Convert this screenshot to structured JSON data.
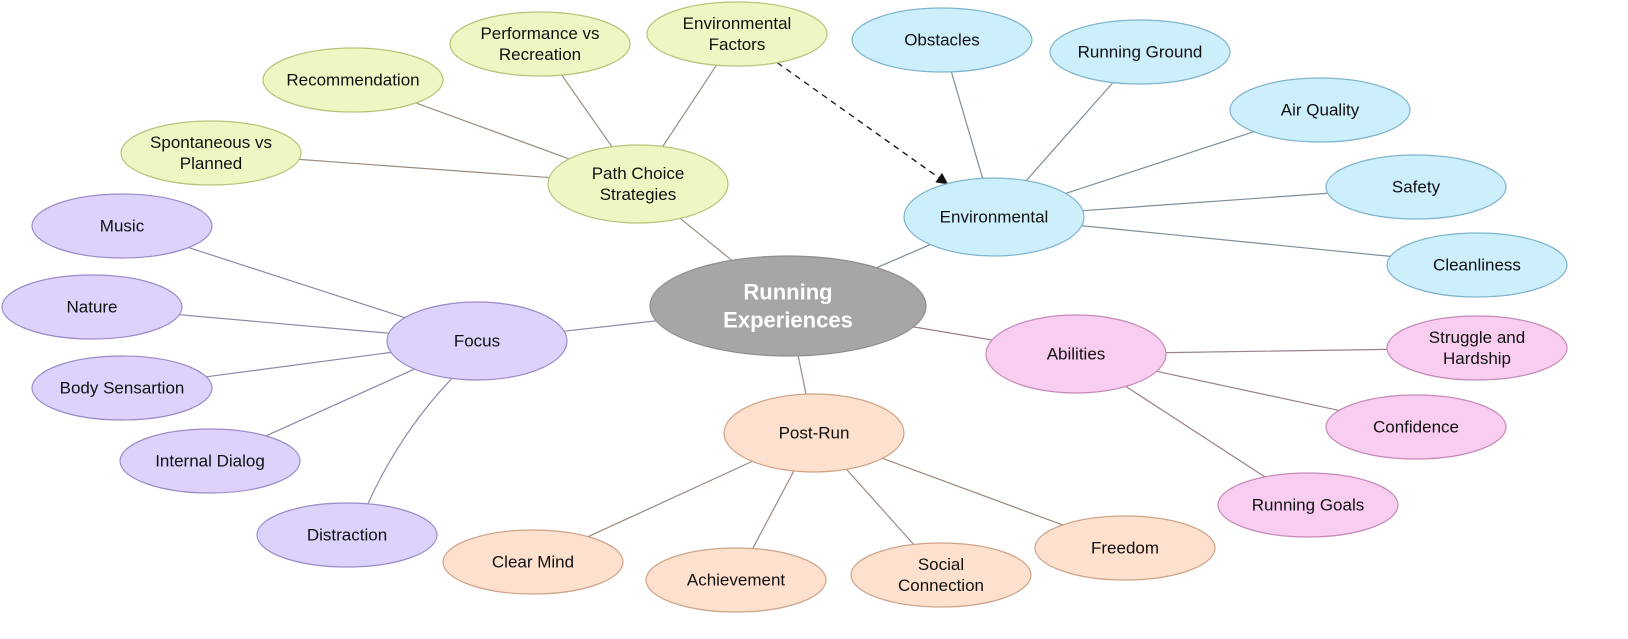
{
  "center": {
    "id": "running-experiences",
    "lines": [
      "Running",
      "Experiences"
    ]
  },
  "groups": {
    "path": {
      "fill": "#eef7c4",
      "stroke": "#b9c27a",
      "edge": "#9a8d80"
    },
    "environmental": {
      "fill": "#cdeefb",
      "stroke": "#7fb4cc",
      "edge": "#7d8e99"
    },
    "focus": {
      "fill": "#ddd2fb",
      "stroke": "#9a8cc8",
      "edge": "#8a8ba6"
    },
    "abilities": {
      "fill": "#f9cdf0",
      "stroke": "#c58ab8",
      "edge": "#9b8090"
    },
    "postrun": {
      "fill": "#fde0cd",
      "stroke": "#cfa389",
      "edge": "#9a8a80"
    },
    "center": {
      "fill": "#a6a6a6",
      "stroke": "#8f8f8f"
    }
  },
  "nodes": [
    {
      "id": "path-choice-strategies",
      "group": "path",
      "lines": [
        "Path Choice",
        "Strategies"
      ]
    },
    {
      "id": "environmental-factors",
      "group": "path",
      "lines": [
        "Environmental",
        "Factors"
      ]
    },
    {
      "id": "performance-vs-recreation",
      "group": "path",
      "lines": [
        "Performance vs",
        "Recreation"
      ]
    },
    {
      "id": "recommendation",
      "group": "path",
      "lines": [
        "Recommendation"
      ]
    },
    {
      "id": "spontaneous-vs-planned",
      "group": "path",
      "lines": [
        "Spontaneous vs",
        "Planned"
      ]
    },
    {
      "id": "environmental",
      "group": "environmental",
      "lines": [
        "Environmental"
      ]
    },
    {
      "id": "obstacles",
      "group": "environmental",
      "lines": [
        "Obstacles"
      ]
    },
    {
      "id": "running-ground",
      "group": "environmental",
      "lines": [
        "Running Ground"
      ]
    },
    {
      "id": "air-quality",
      "group": "environmental",
      "lines": [
        "Air Quality"
      ]
    },
    {
      "id": "safety",
      "group": "environmental",
      "lines": [
        "Safety"
      ]
    },
    {
      "id": "cleanliness",
      "group": "environmental",
      "lines": [
        "Cleanliness"
      ]
    },
    {
      "id": "focus",
      "group": "focus",
      "lines": [
        "Focus"
      ]
    },
    {
      "id": "music",
      "group": "focus",
      "lines": [
        "Music"
      ]
    },
    {
      "id": "nature",
      "group": "focus",
      "lines": [
        "Nature"
      ]
    },
    {
      "id": "body-sensartion",
      "group": "focus",
      "lines": [
        "Body Sensartion"
      ]
    },
    {
      "id": "internal-dialog",
      "group": "focus",
      "lines": [
        "Internal Dialog"
      ]
    },
    {
      "id": "distraction",
      "group": "focus",
      "lines": [
        "Distraction"
      ]
    },
    {
      "id": "abilities",
      "group": "abilities",
      "lines": [
        "Abilities"
      ]
    },
    {
      "id": "struggle-and-hardship",
      "group": "abilities",
      "lines": [
        "Struggle and",
        "Hardship"
      ]
    },
    {
      "id": "confidence",
      "group": "abilities",
      "lines": [
        "Confidence"
      ]
    },
    {
      "id": "running-goals",
      "group": "abilities",
      "lines": [
        "Running Goals"
      ]
    },
    {
      "id": "post-run",
      "group": "postrun",
      "lines": [
        "Post-Run"
      ]
    },
    {
      "id": "clear-mind",
      "group": "postrun",
      "lines": [
        "Clear Mind"
      ]
    },
    {
      "id": "achievement",
      "group": "postrun",
      "lines": [
        "Achievement"
      ]
    },
    {
      "id": "social-connection",
      "group": "postrun",
      "lines": [
        "Social",
        "Connection"
      ]
    },
    {
      "id": "freedom",
      "group": "postrun",
      "lines": [
        "Freedom"
      ]
    }
  ],
  "edges": [
    {
      "from": "running-experiences",
      "to": "path-choice-strategies",
      "group": "path"
    },
    {
      "from": "path-choice-strategies",
      "to": "environmental-factors",
      "group": "path"
    },
    {
      "from": "path-choice-strategies",
      "to": "performance-vs-recreation",
      "group": "path"
    },
    {
      "from": "path-choice-strategies",
      "to": "recommendation",
      "group": "path"
    },
    {
      "from": "path-choice-strategies",
      "to": "spontaneous-vs-planned",
      "group": "path"
    },
    {
      "from": "running-experiences",
      "to": "environmental",
      "group": "environmental"
    },
    {
      "from": "environmental",
      "to": "obstacles",
      "group": "environmental"
    },
    {
      "from": "environmental",
      "to": "running-ground",
      "group": "environmental"
    },
    {
      "from": "environmental",
      "to": "air-quality",
      "group": "environmental"
    },
    {
      "from": "environmental",
      "to": "safety",
      "group": "environmental"
    },
    {
      "from": "environmental",
      "to": "cleanliness",
      "group": "environmental"
    },
    {
      "from": "running-experiences",
      "to": "focus",
      "group": "focus"
    },
    {
      "from": "focus",
      "to": "music",
      "group": "focus"
    },
    {
      "from": "focus",
      "to": "nature",
      "group": "focus"
    },
    {
      "from": "focus",
      "to": "body-sensartion",
      "group": "focus"
    },
    {
      "from": "focus",
      "to": "internal-dialog",
      "group": "focus"
    },
    {
      "from": "focus",
      "to": "distraction",
      "group": "focus",
      "curved": true
    },
    {
      "from": "running-experiences",
      "to": "abilities",
      "group": "abilities"
    },
    {
      "from": "abilities",
      "to": "struggle-and-hardship",
      "group": "abilities"
    },
    {
      "from": "abilities",
      "to": "confidence",
      "group": "abilities"
    },
    {
      "from": "abilities",
      "to": "running-goals",
      "group": "abilities"
    },
    {
      "from": "running-experiences",
      "to": "post-run",
      "group": "postrun"
    },
    {
      "from": "post-run",
      "to": "clear-mind",
      "group": "postrun"
    },
    {
      "from": "post-run",
      "to": "achievement",
      "group": "postrun"
    },
    {
      "from": "post-run",
      "to": "social-connection",
      "group": "postrun"
    },
    {
      "from": "post-run",
      "to": "freedom",
      "group": "postrun"
    },
    {
      "from": "environmental-factors",
      "to": "environmental",
      "dashed": true,
      "arrow": true
    }
  ]
}
